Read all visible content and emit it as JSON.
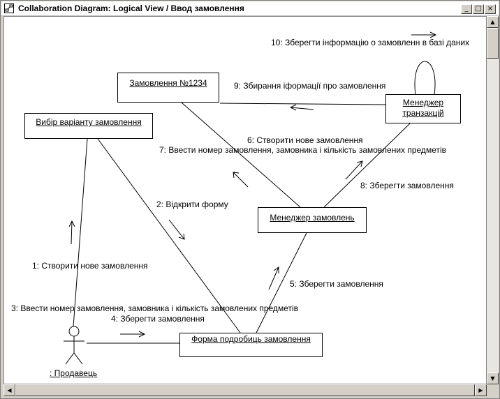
{
  "window": {
    "title": "Collaboration Diagram: Logical View / Ввод замовлення",
    "minimize_glyph": "_",
    "maximize_glyph": "□",
    "close_glyph": "×"
  },
  "objects": {
    "order_1234": "Замовлення №1234",
    "transaction_manager_line1": "Менеджер",
    "transaction_manager_line2": "транзакцій",
    "order_choice": "Вибір варіанту замовлення",
    "order_manager": "Менеджер замовлень",
    "order_details_form": "Форма подробиць замовлення",
    "actor": ": Продавець"
  },
  "messages": {
    "m10": "10: Зберегти інформацію о замовленн в базі даних",
    "m9": "9: Збирання іформації про замовлення",
    "m6": "6: Створити нове замовлення",
    "m7": "7: Ввести номер замовлення, замовника і кількість замовлених предметів",
    "m8": "8: Зберегти замовлення",
    "m2": "2: Відкрити форму",
    "m1": "1: Створити нове замовлення",
    "m5": "5: Зберегти замовлення",
    "m3": "3: Ввести номер замовлення, замовника і кількість замовлених предметів",
    "m4": "4: Зберегти замовлення"
  },
  "icons": {
    "app": "diagram-icon",
    "actor": "stick-figure-icon"
  }
}
